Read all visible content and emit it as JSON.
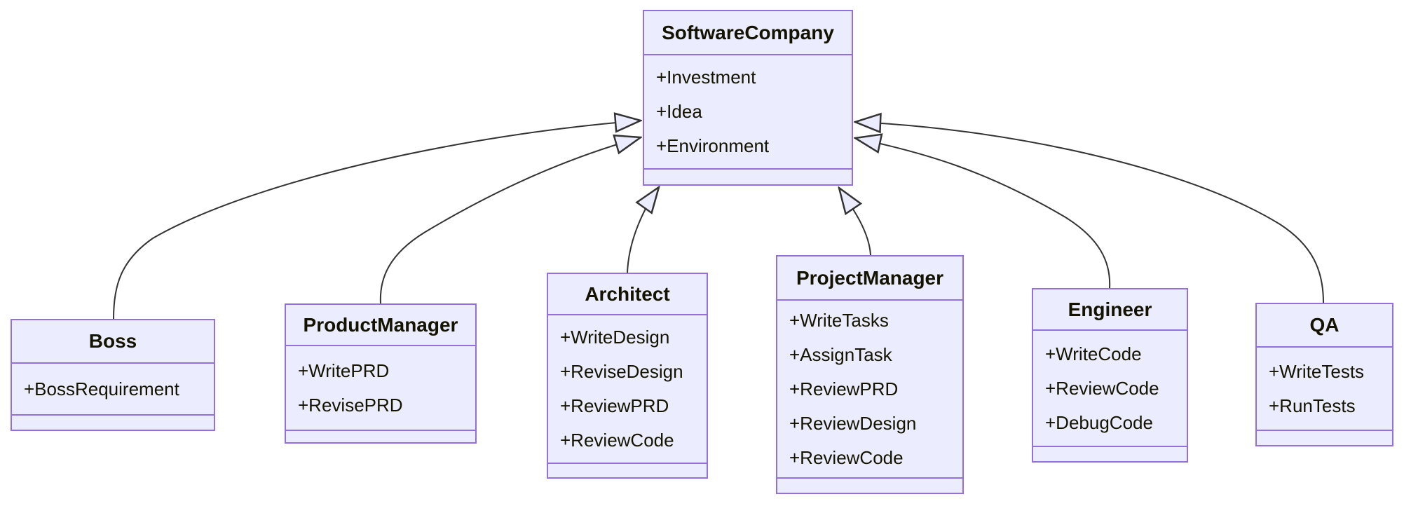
{
  "diagram": {
    "type": "uml-class-diagram",
    "classes": [
      {
        "name": "SoftwareCompany",
        "attributes": [
          "+Investment",
          "+Idea",
          "+Environment"
        ],
        "methods": []
      },
      {
        "name": "Boss",
        "attributes": [
          "+BossRequirement"
        ],
        "methods": []
      },
      {
        "name": "ProductManager",
        "attributes": [
          "+WritePRD",
          "+RevisePRD"
        ],
        "methods": []
      },
      {
        "name": "Architect",
        "attributes": [
          "+WriteDesign",
          "+ReviseDesign",
          "+ReviewPRD",
          "+ReviewCode"
        ],
        "methods": []
      },
      {
        "name": "ProjectManager",
        "attributes": [
          "+WriteTasks",
          "+AssignTask",
          "+ReviewPRD",
          "+ReviewDesign",
          "+ReviewCode"
        ],
        "methods": []
      },
      {
        "name": "Engineer",
        "attributes": [
          "+WriteCode",
          "+ReviewCode",
          "+DebugCode"
        ],
        "methods": []
      },
      {
        "name": "QA",
        "attributes": [
          "+WriteTests",
          "+RunTests"
        ],
        "methods": []
      }
    ],
    "relations": [
      {
        "from": "Boss",
        "to": "SoftwareCompany",
        "type": "inheritance"
      },
      {
        "from": "ProductManager",
        "to": "SoftwareCompany",
        "type": "inheritance"
      },
      {
        "from": "Architect",
        "to": "SoftwareCompany",
        "type": "inheritance"
      },
      {
        "from": "ProjectManager",
        "to": "SoftwareCompany",
        "type": "inheritance"
      },
      {
        "from": "Engineer",
        "to": "SoftwareCompany",
        "type": "inheritance"
      },
      {
        "from": "QA",
        "to": "SoftwareCompany",
        "type": "inheritance"
      }
    ],
    "colors": {
      "node_fill": "#ECECFF",
      "node_border": "#9370DB",
      "edge_color": "#333333",
      "arrowhead_fill": "#ECECFF",
      "text_color": "#131300",
      "background": "#FFFFFF"
    }
  }
}
